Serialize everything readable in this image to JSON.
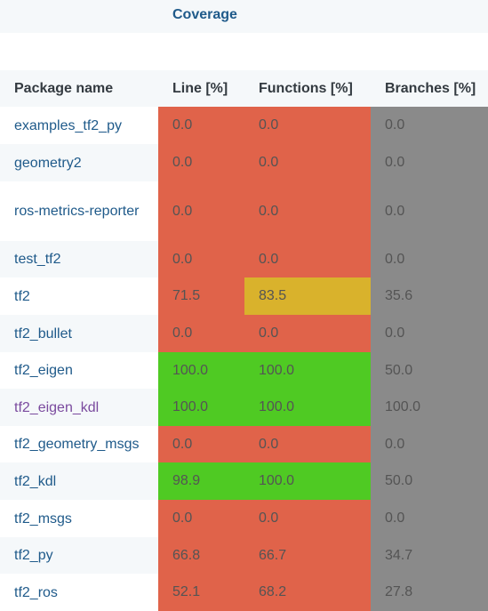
{
  "header": {
    "coverage_title": "Coverage",
    "columns": {
      "package": "Package name",
      "line": "Line [%]",
      "functions": "Functions [%]",
      "branches": "Branches [%]"
    }
  },
  "colors": {
    "low": "#e0634a",
    "medium": "#d9b22c",
    "high": "#4fca23",
    "none": "#8a8a8a",
    "link": "#1f5a8a",
    "visited_link": "#7a4a9e"
  },
  "packages": [
    {
      "name": "examples_tf2_py",
      "line": "0.0",
      "functions": "0.0",
      "branches": "0.0",
      "line_level": "low",
      "func_level": "low"
    },
    {
      "name": "geometry2",
      "line": "0.0",
      "functions": "0.0",
      "branches": "0.0",
      "line_level": "low",
      "func_level": "low"
    },
    {
      "name": "ros-metrics-reporter",
      "line": "0.0",
      "functions": "0.0",
      "branches": "0.0",
      "line_level": "low",
      "func_level": "low"
    },
    {
      "name": "test_tf2",
      "line": "0.0",
      "functions": "0.0",
      "branches": "0.0",
      "line_level": "low",
      "func_level": "low"
    },
    {
      "name": "tf2",
      "line": "71.5",
      "functions": "83.5",
      "branches": "35.6",
      "line_level": "low",
      "func_level": "medium"
    },
    {
      "name": "tf2_bullet",
      "line": "0.0",
      "functions": "0.0",
      "branches": "0.0",
      "line_level": "low",
      "func_level": "low"
    },
    {
      "name": "tf2_eigen",
      "line": "100.0",
      "functions": "100.0",
      "branches": "50.0",
      "line_level": "high",
      "func_level": "high"
    },
    {
      "name": "tf2_eigen_kdl",
      "line": "100.0",
      "functions": "100.0",
      "branches": "100.0",
      "line_level": "high",
      "func_level": "high",
      "visited": true
    },
    {
      "name": "tf2_geometry_msgs",
      "line": "0.0",
      "functions": "0.0",
      "branches": "0.0",
      "line_level": "low",
      "func_level": "low"
    },
    {
      "name": "tf2_kdl",
      "line": "98.9",
      "functions": "100.0",
      "branches": "50.0",
      "line_level": "high",
      "func_level": "high"
    },
    {
      "name": "tf2_msgs",
      "line": "0.0",
      "functions": "0.0",
      "branches": "0.0",
      "line_level": "low",
      "func_level": "low"
    },
    {
      "name": "tf2_py",
      "line": "66.8",
      "functions": "66.7",
      "branches": "34.7",
      "line_level": "low",
      "func_level": "low"
    },
    {
      "name": "tf2_ros",
      "line": "52.1",
      "functions": "68.2",
      "branches": "27.8",
      "line_level": "low",
      "func_level": "low"
    }
  ]
}
